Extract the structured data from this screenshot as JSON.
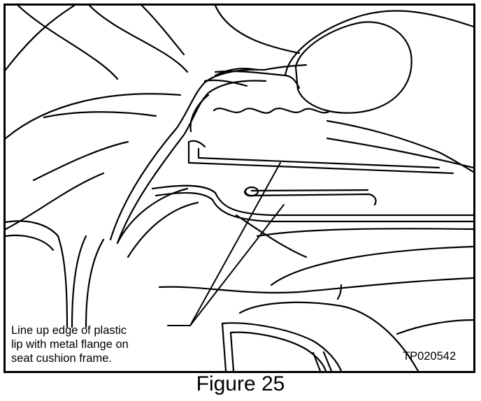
{
  "callout": {
    "line1": "Line up edge of plastic",
    "line2": "lip with metal flange on",
    "line3": "seat cushion frame."
  },
  "figure_code": "TP020542",
  "caption": "Figure 25",
  "colors": {
    "ink": "#000000",
    "paper": "#ffffff"
  }
}
